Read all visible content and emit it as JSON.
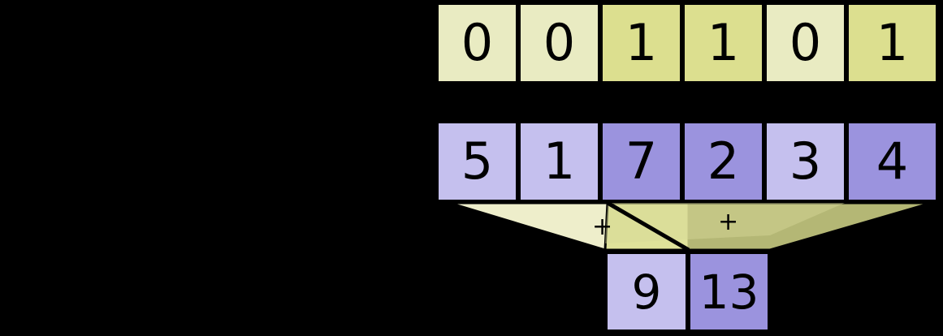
{
  "diagram": {
    "title": "segmented-reduction",
    "colors": {
      "flag_light": "#e9ebc2",
      "flag_dark": "#dcdf8f",
      "value_light": "#c5c0ee",
      "value_dark": "#9b93de",
      "funnel_light": "#eeeecb",
      "funnel_dark": "#dcdf8f",
      "funnel_overlap": "#c9cb93",
      "outline": "#000000",
      "background": "#000000"
    },
    "rows": {
      "flags": {
        "name": "flag-row",
        "cells": [
          {
            "value": "0",
            "shade": "light"
          },
          {
            "value": "0",
            "shade": "light"
          },
          {
            "value": "1",
            "shade": "dark"
          },
          {
            "value": "1",
            "shade": "dark"
          },
          {
            "value": "0",
            "shade": "light"
          },
          {
            "value": "1",
            "shade": "dark"
          }
        ]
      },
      "values": {
        "name": "value-row",
        "cells": [
          {
            "value": "5",
            "shade": "light"
          },
          {
            "value": "1",
            "shade": "light"
          },
          {
            "value": "7",
            "shade": "dark"
          },
          {
            "value": "2",
            "shade": "dark"
          },
          {
            "value": "3",
            "shade": "light"
          },
          {
            "value": "4",
            "shade": "dark"
          }
        ]
      },
      "results": {
        "name": "result-row",
        "cells": [
          {
            "value": "9",
            "shade": "light"
          },
          {
            "value": "13",
            "shade": "dark"
          }
        ]
      }
    },
    "operators": [
      {
        "symbol": "+",
        "name": "plus-operator-left"
      },
      {
        "symbol": "+",
        "name": "plus-operator-right"
      }
    ]
  }
}
